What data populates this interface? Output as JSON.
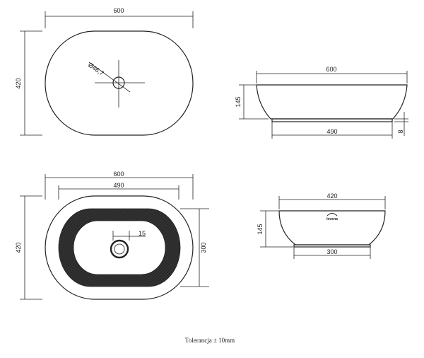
{
  "top_view": {
    "width": "600",
    "depth": "420",
    "drain_diameter": "Ø46,7"
  },
  "side_view_long": {
    "top_width": "600",
    "height": "145",
    "base_width": "490",
    "base_height": "8"
  },
  "bottom_view": {
    "width": "600",
    "inner_width": "490",
    "depth": "420",
    "inner_depth": "300",
    "drain_offset": "15"
  },
  "side_view_short": {
    "top_width": "420",
    "height": "145",
    "base_width": "300",
    "logo_text": "Invena"
  },
  "footer": {
    "tolerance": "Tolerancja ± 10mm"
  }
}
